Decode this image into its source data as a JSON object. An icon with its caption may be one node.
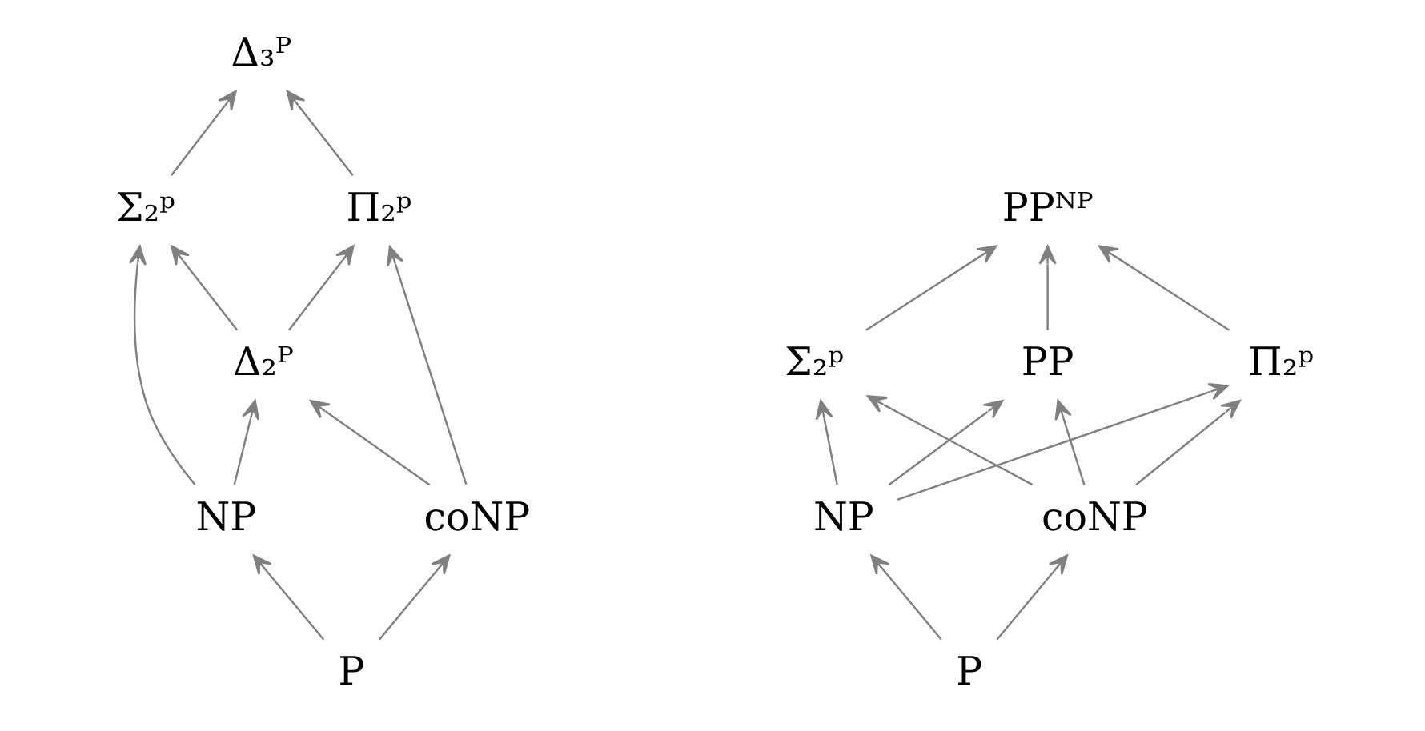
{
  "diagram": {
    "nodes": [
      {
        "text": [
          "Δ₃ᴾ"
        ]
      },
      {
        "text": [
          "Σ₂ᵖ"
        ]
      },
      {
        "text": [
          "Π₂ᵖ"
        ]
      },
      {
        "text": [
          "Δ₂ᴾ"
        ]
      },
      {
        "text": [
          "NP"
        ]
      },
      {
        "text": [
          "coNP"
        ]
      },
      {
        "text": [
          "P"
        ]
      },
      {
        "text": [
          "PPᴺᴾ"
        ]
      },
      {
        "text": [
          "Σ₂ᵖ"
        ]
      },
      {
        "text": [
          "PP"
        ]
      },
      {
        "text": [
          "Π₂ᵖ"
        ]
      },
      {
        "text": [
          "NP"
        ]
      },
      {
        "text": [
          "coNP"
        ]
      },
      {
        "text": [
          "P"
        ]
      }
    ],
    "edges": [
      {
        "from": 1,
        "to": 0,
        "arrow": "to"
      },
      {
        "from": 2,
        "to": 0,
        "arrow": "to"
      },
      {
        "from": 3,
        "to": 1,
        "arrow": "to"
      },
      {
        "from": 3,
        "to": 2,
        "arrow": "to"
      },
      {
        "from": 4,
        "to": 1,
        "arrow": "to"
      },
      {
        "from": 4,
        "to": 3,
        "arrow": "to"
      },
      {
        "from": 5,
        "to": 3,
        "arrow": "to"
      },
      {
        "from": 5,
        "to": 2,
        "arrow": "to"
      },
      {
        "from": 6,
        "to": 4,
        "arrow": "to"
      },
      {
        "from": 6,
        "to": 5,
        "arrow": "to"
      },
      {
        "from": 8,
        "to": 7,
        "arrow": "to"
      },
      {
        "from": 9,
        "to": 7,
        "arrow": "to"
      },
      {
        "from": 10,
        "to": 7,
        "arrow": "to"
      },
      {
        "from": 11,
        "to": 8,
        "arrow": "to"
      },
      {
        "from": 11,
        "to": 9,
        "arrow": "to"
      },
      {
        "from": 11,
        "to": 10,
        "arrow": "to"
      },
      {
        "from": 12,
        "to": 8,
        "arrow": "to"
      },
      {
        "from": 12,
        "to": 9,
        "arrow": "to"
      },
      {
        "from": 12,
        "to": 10,
        "arrow": "to"
      },
      {
        "from": 13,
        "to": 11,
        "arrow": "to"
      },
      {
        "from": 13,
        "to": 12,
        "arrow": "to"
      }
    ]
  }
}
